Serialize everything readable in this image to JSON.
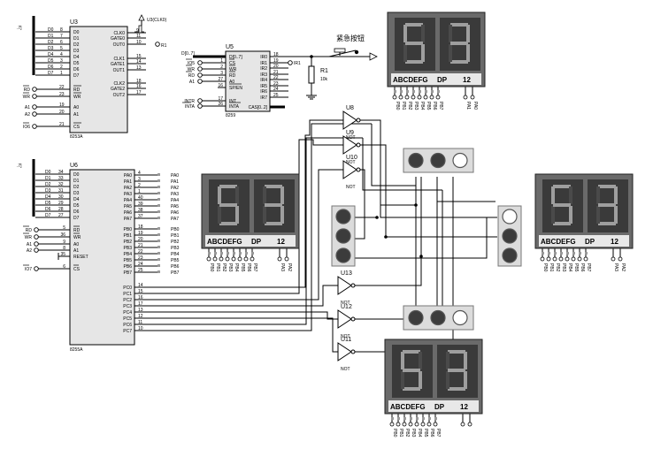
{
  "colors": {
    "wire": "#000000",
    "chip_fill": "#e6e6e6",
    "display_frame": "#3a3a3a",
    "display_bg": "#555555",
    "seg_off": "#8a8a8a",
    "lamp_on": "#3c3c3c",
    "lamp_off": "#ffffff",
    "lamp_box": "#dcdcdc"
  },
  "u3": {
    "ref": "U3",
    "part": "8253A",
    "clk_label": "U3(CLK0)",
    "bus_label": ".7]",
    "left_pins": [
      {
        "sig": "D0",
        "num": "8"
      },
      {
        "sig": "D1",
        "num": "7"
      },
      {
        "sig": "D2",
        "num": "6"
      },
      {
        "sig": "D3",
        "num": "5"
      },
      {
        "sig": "D4",
        "num": "4"
      },
      {
        "sig": "D5",
        "num": "3"
      },
      {
        "sig": "D6",
        "num": "2"
      },
      {
        "sig": "D7",
        "num": "1"
      }
    ],
    "ctrl_pins": [
      {
        "net": "RD",
        "sig": "RD",
        "num": "22"
      },
      {
        "net": "WR",
        "sig": "WR",
        "num": "23"
      },
      {
        "net": "A1",
        "sig": "A0",
        "num": "19"
      },
      {
        "net": "A2",
        "sig": "A1",
        "num": "20"
      },
      {
        "net": "IO6",
        "sig": "CS",
        "num": "21"
      }
    ],
    "right_pins": [
      {
        "sig": "CLK0",
        "num": "9"
      },
      {
        "sig": "GATE0",
        "num": "11"
      },
      {
        "sig": "OUT0",
        "num": "10"
      },
      {
        "sig": "CLK1",
        "num": "15"
      },
      {
        "sig": "GATE1",
        "num": "14"
      },
      {
        "sig": "OUT1",
        "num": "13"
      },
      {
        "sig": "CLK2",
        "num": "18"
      },
      {
        "sig": "GATE2",
        "num": "16"
      },
      {
        "sig": "OUT2",
        "num": "17"
      }
    ],
    "out_net": "R1"
  },
  "u5": {
    "ref": "U5",
    "part": "8259",
    "bus_label": "D[0..7]",
    "bus_pin": "D[0..7]",
    "left_pins": [
      {
        "net": "IO5",
        "sig": "CS",
        "num": "1"
      },
      {
        "net": "WR",
        "sig": "WR",
        "num": "2"
      },
      {
        "net": "RD",
        "sig": "RD",
        "num": "3"
      },
      {
        "net": "A1",
        "sig": "A0",
        "num": "27"
      },
      {
        "net": "",
        "sig": "SP/EN",
        "num": "16"
      },
      {
        "net": "INTR",
        "sig": "INT",
        "num": "17"
      },
      {
        "net": "INTA",
        "sig": "INTA",
        "num": "26"
      }
    ],
    "right_pins": [
      {
        "sig": "IR0",
        "num": "18"
      },
      {
        "sig": "IR1",
        "num": "19"
      },
      {
        "sig": "IR2",
        "num": "20"
      },
      {
        "sig": "IR3",
        "num": "21"
      },
      {
        "sig": "IR4",
        "num": "22"
      },
      {
        "sig": "IR5",
        "num": "23"
      },
      {
        "sig": "IR6",
        "num": "24"
      },
      {
        "sig": "IR7",
        "num": "25"
      }
    ],
    "cas_label": "CAS[0..2]",
    "ir1_net": "IR1"
  },
  "resistor": {
    "ref": "R1",
    "value": "10k"
  },
  "button": {
    "label": "紧急按钮"
  },
  "u6": {
    "ref": "U6",
    "part": "8255A",
    "bus_label": ".7]",
    "left_pins": [
      {
        "sig": "D0",
        "num": "34"
      },
      {
        "sig": "D1",
        "num": "33"
      },
      {
        "sig": "D2",
        "num": "32"
      },
      {
        "sig": "D3",
        "num": "31"
      },
      {
        "sig": "D4",
        "num": "30"
      },
      {
        "sig": "D5",
        "num": "29"
      },
      {
        "sig": "D6",
        "num": "28"
      },
      {
        "sig": "D7",
        "num": "27"
      }
    ],
    "ctrl_pins": [
      {
        "net": "RD",
        "sig": "RD",
        "num": "5"
      },
      {
        "net": "WR",
        "sig": "WR",
        "num": "36"
      },
      {
        "net": "A1",
        "sig": "A0",
        "num": "9"
      },
      {
        "net": "A2",
        "sig": "A1",
        "num": "8"
      },
      {
        "net": "",
        "sig": "RESET",
        "num": "35"
      },
      {
        "net": "IO7",
        "sig": "CS",
        "num": "6"
      }
    ],
    "pa_pins": [
      {
        "sig": "PA0",
        "num": "4",
        "net": "PA0"
      },
      {
        "sig": "PA1",
        "num": "3",
        "net": "PA1"
      },
      {
        "sig": "PA2",
        "num": "2",
        "net": "PA2"
      },
      {
        "sig": "PA3",
        "num": "1",
        "net": "PA3"
      },
      {
        "sig": "PA4",
        "num": "40",
        "net": "PA4"
      },
      {
        "sig": "PA5",
        "num": "39",
        "net": "PA5"
      },
      {
        "sig": "PA6",
        "num": "38",
        "net": "PA6"
      },
      {
        "sig": "PA7",
        "num": "37",
        "net": "PA7"
      }
    ],
    "pb_pins": [
      {
        "sig": "PB0",
        "num": "18",
        "net": "PB0"
      },
      {
        "sig": "PB1",
        "num": "19",
        "net": "PB1"
      },
      {
        "sig": "PB2",
        "num": "20",
        "net": "PB2"
      },
      {
        "sig": "PB3",
        "num": "21",
        "net": "PB3"
      },
      {
        "sig": "PB4",
        "num": "22",
        "net": "PB4"
      },
      {
        "sig": "PB5",
        "num": "23",
        "net": "PB5"
      },
      {
        "sig": "PB6",
        "num": "24",
        "net": "PB6"
      },
      {
        "sig": "PB7",
        "num": "25",
        "net": "PB7"
      }
    ],
    "pc_pins": [
      {
        "sig": "PC0",
        "num": "14"
      },
      {
        "sig": "PC1",
        "num": "15"
      },
      {
        "sig": "PC2",
        "num": "16"
      },
      {
        "sig": "PC3",
        "num": "17"
      },
      {
        "sig": "PC4",
        "num": "13"
      },
      {
        "sig": "PC5",
        "num": "12"
      },
      {
        "sig": "PC6",
        "num": "11"
      },
      {
        "sig": "PC7",
        "num": "10"
      }
    ]
  },
  "gates": [
    {
      "ref": "U8",
      "label": "NOT"
    },
    {
      "ref": "U9",
      "label": "NOT"
    },
    {
      "ref": "U10",
      "label": "NOT"
    },
    {
      "ref": "U13",
      "label": "NOT"
    },
    {
      "ref": "U12",
      "label": "NOT"
    },
    {
      "ref": "U11",
      "label": "NOT"
    }
  ],
  "displays": [
    {
      "id": "top",
      "digits": "53",
      "seg_label": "ABCDEFG",
      "dp_label": "DP",
      "sel_label": "12",
      "pin_labels": [
        "PB0",
        "PB1",
        "PB2",
        "PB3",
        "PB4",
        "PB5",
        "PB6",
        "PB7"
      ],
      "sel_pins": [
        "PA1",
        "PA0"
      ]
    },
    {
      "id": "left",
      "digits": "53",
      "seg_label": "ABCDEFG",
      "dp_label": "DP",
      "sel_label": "12",
      "pin_labels": [
        "PB0",
        "PB1",
        "PB2",
        "PB3",
        "PB4",
        "PB5",
        "PB6",
        "PB7"
      ],
      "sel_pins": [
        "PA3",
        "PA2"
      ]
    },
    {
      "id": "right",
      "digits": "53",
      "seg_label": "ABCDEFG",
      "dp_label": "DP",
      "sel_label": "12",
      "pin_labels": [
        "PB0",
        "PB1",
        "PB2",
        "PB3",
        "PB4",
        "PB5",
        "PB6",
        "PB7"
      ],
      "sel_pins": [
        "PA3",
        "PA2"
      ]
    },
    {
      "id": "bottom",
      "digits": "53",
      "seg_label": "ABCDEFG",
      "dp_label": "DP",
      "sel_label": "12",
      "pin_labels": [
        "PB0",
        "PB1",
        "PB2",
        "PB3",
        "PB4",
        "PB5",
        "PB6",
        "PB7"
      ],
      "sel_pins": [
        "",
        ""
      ]
    }
  ],
  "traffic_lights": [
    {
      "id": "top",
      "lamps": [
        "on",
        "on",
        "off"
      ]
    },
    {
      "id": "left",
      "lamps": [
        "on",
        "on",
        "on"
      ]
    },
    {
      "id": "right",
      "lamps": [
        "off",
        "on",
        "on"
      ]
    },
    {
      "id": "bottom",
      "lamps": [
        "on",
        "on",
        "off"
      ]
    }
  ]
}
